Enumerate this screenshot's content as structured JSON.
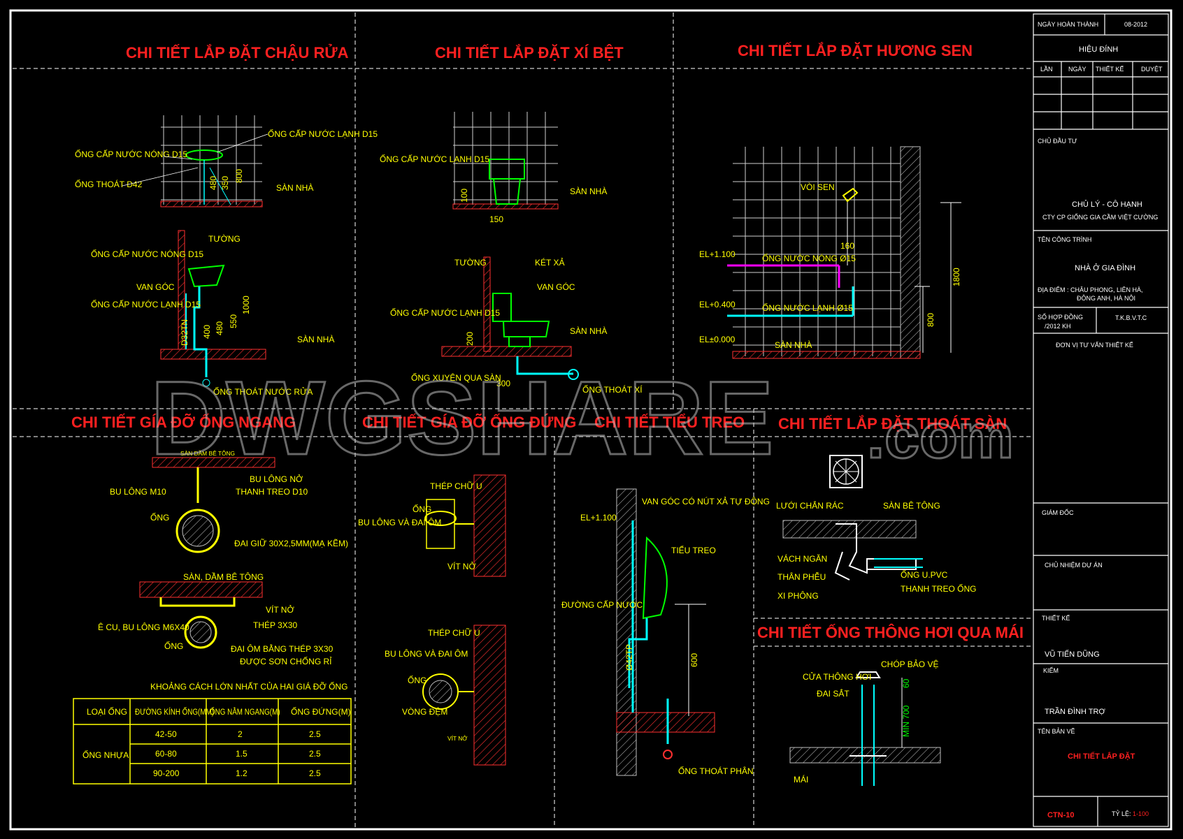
{
  "titles": {
    "sink": "CHI TIẾT LẮP ĐẶT CHẬU RỬA",
    "toilet": "CHI TIẾT LẮP ĐẶT XÍ BỆT",
    "shower": "CHI TIẾT LẮP ĐẶT HƯƠNG SEN",
    "horiz_support": "CHI TIẾT GÍA ĐỠ ỐNG NGANG",
    "vert_support": "CHI TIẾT GÍA ĐỠ ỐNG ĐỨNG",
    "urinal": "CHI TIẾT TIỂU TREO",
    "floor_drain": "CHI TIẾT LẮP ĐẶT THOÁT SÀN",
    "vent": "CHI TIẾT ỐNG THÔNG HƠI QUA MÁI"
  },
  "sink": {
    "cold_pipe": "ỐNG CẤP NƯỚC LẠNH D15",
    "hot_pipe": "ỐNG CẤP NƯỚC NÓNG D15",
    "drain": "ỐNG THOÁT D42",
    "floor": "SÀN NHÀ",
    "dims": [
      "480",
      "350",
      "800"
    ],
    "wall": "TƯỜNG",
    "hot_pipe2": "ỐNG CẤP NƯỚC NÓNG D15",
    "valve": "VAN GÓC",
    "cold_pipe2": "ỐNG CẤP NƯỚC LẠNH D15",
    "dims2": [
      "D32TN",
      "400",
      "480",
      "550",
      "1000"
    ],
    "floor2": "SÀN NHÀ",
    "drain2": "ỐNG THOÁT NƯỚC RỬA"
  },
  "toilet": {
    "cold_pipe": "ỐNG CẤP NƯỚC LẠNH D15",
    "floor": "SÀN NHÀ",
    "dim_100": "100",
    "dim_150": "150",
    "wall": "TƯỜNG",
    "tank": "KÉT XẢ",
    "valve": "VAN GÓC",
    "cold_pipe2": "ỐNG CẤP NƯỚC LẠNH D15",
    "floor2": "SÀN NHÀ",
    "dim_200": "200",
    "sleeve": "ỐNG XUYÊN QUA SÀN",
    "dim_300": "300",
    "drain": "ỐNG THOÁT XÍ"
  },
  "shower": {
    "head": "VÒI SEN",
    "el1": "EL+1.100",
    "hot": "ỐNG NƯỚC NÓNG Ø15",
    "el2": "EL+0.400",
    "cold": "ỐNG NƯỚC LẠNH Ø15",
    "el3": "EL±0.000",
    "floor": "SÀN NHÀ",
    "dim_160": "160",
    "dim_1800": "1800",
    "dim_800": "800"
  },
  "horiz": {
    "slab": "SÀN DẦM BÊ TÔNG",
    "bolt_nut": "BU LÔNG NỞ",
    "bolt_m10": "BU LÔNG M10",
    "rod": "THANH TREO D10",
    "pipe": "ỐNG",
    "clamp": "ĐAI GIỮ 30X2,5MM(MẠ KẼM)",
    "slab2": "SÀN, DẦM BÊ TÔNG",
    "screw": "VÍT NỞ",
    "ecu": "Ê CU, BU LÔNG M6X40",
    "steel": "THÉP 3X30",
    "pipe2": "ỐNG",
    "band": "ĐAI ÔM BẰNG THÉP 3X30",
    "paint": "ĐƯỢC SƠN CHỐNG RỈ",
    "table_title": "KHOẢNG CÁCH LỚN NHẤT CỦA HAI GIÁ ĐỠ ỐNG",
    "table_headers": [
      "LOẠI ỐNG",
      "ĐƯỜNG KÍNH ỐNG(MM)",
      "ỐNG NẰM NGANG(M)",
      "ỐNG ĐỨNG(M)"
    ],
    "table_type": "ỐNG NHỰA",
    "table_rows": [
      [
        "42-50",
        "2",
        "2.5"
      ],
      [
        "60-80",
        "1.5",
        "2.5"
      ],
      [
        "90-200",
        "1.2",
        "2.5"
      ]
    ]
  },
  "vert": {
    "u_steel": "THÉP CHỮ U",
    "pipe": "ỐNG",
    "bolt": "BU LÔNG VÀ ĐAI ÔM",
    "screw": "VÍT NỞ",
    "u_steel2": "THÉP CHỮ U",
    "bolt2": "BU LÔNG VÀ ĐAI ÔM",
    "pipe2": "ỐNG",
    "ring": "VÒNG ĐỆM",
    "screw2": "VÍT NỞ"
  },
  "urinal": {
    "valve": "VAN GÓC CÓ NÚT XẢ TỰ ĐỘNG",
    "el": "EL+1.100",
    "urinal": "TIỂU TREO",
    "supply": "ĐƯỜNG CẤP NƯỚC",
    "pipe": "Ø42TP",
    "dim_600": "600",
    "drain": "ỐNG THOÁT PHÂN"
  },
  "drain": {
    "grate": "LƯỚI CHẮN RÁC",
    "slab": "SÀN BÊ TÔNG",
    "membrane": "VÁCH NGĂN",
    "funnel": "THÂN PHỄU",
    "trap": "XI PHÔNG",
    "pvc": "ỐNG U.PVC",
    "hanger": "THANH TREO ỐNG"
  },
  "vent": {
    "cap": "CHÓP BẢO VỆ",
    "hatch": "CỬA THÔNG HƠI",
    "band": "ĐAI SẮT",
    "dim": "MIN 700",
    "dim2": "60",
    "roof": "MÁI"
  },
  "titleblock": {
    "date_label": "NGÀY HOÀN THÀNH",
    "date_value": "08-2012",
    "revision": "HIỆU ĐÍNH",
    "rev_cols": [
      "LẦN",
      "NGÀY",
      "THIẾT KẾ",
      "DUYỆT"
    ],
    "owner_label": "CHỦ ĐẦU TƯ",
    "owner_name": "CHỦ LÝ - CÔ HẠNH",
    "owner_company": "CTY CP GIỐNG GIA CẦM VIỆT CƯỜNG",
    "project_label": "TÊN CÔNG TRÌNH",
    "project_name": "NHÀ Ở GIA ĐÌNH",
    "location_1": "ĐỊA ĐIỂM : CHÂU PHONG, LIÊN HÀ,",
    "location_2": "ĐÔNG ANH, HÀ NỘI",
    "contract_1": "SỐ HỢP ĐỒNG",
    "contract_2": "/2012 KH",
    "phase": "T.K.B.V.T.C",
    "consultant": "ĐƠN VỊ TƯ VẤN THIẾT KẾ",
    "director": "GIÁM ĐỐC",
    "pm": "CHỦ NHIỆM DỰ ÁN",
    "designer_label": "THIẾT KẾ",
    "designer": "VŨ TIẾN DŨNG",
    "checker_label": "KIỂM",
    "checker": "TRẦN ĐÌNH TRỢ",
    "drawing_label": "TÊN BẢN VẼ",
    "drawing_name": "CHI TIẾT LẮP ĐẶT",
    "sheet_no": "CTN-10",
    "scale_label": "TỶ LỆ:",
    "scale_value": "1-100"
  },
  "watermark": {
    "main": "DWGSHARE",
    "suffix": ".com"
  },
  "colors": {
    "background": "#000000",
    "title_red": "#ff2020",
    "label_yellow": "#ffff00",
    "pipe_cyan": "#00ffff",
    "pipe_magenta": "#ff00ff",
    "fixture_green": "#00ff00",
    "hatch_red": "#ff3030"
  }
}
